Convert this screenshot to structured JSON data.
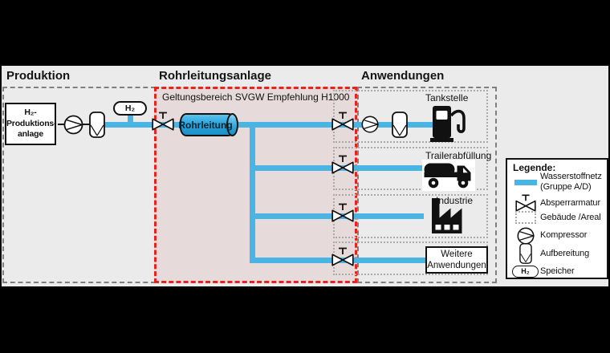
{
  "colors": {
    "pipe_blue": "#4ab5e4",
    "cylinder_blue": "#2aa5dd",
    "scope_red": "#e8231d",
    "scope_fill": "#e6dbda",
    "bg_gray": "#ebebeb",
    "dash_gray": "#7f7f7f",
    "dot_gray": "#aaaaaa"
  },
  "sections": {
    "production": {
      "title": "Produktion",
      "plant_lines": [
        "H₂-",
        "Produktions-",
        "anlage"
      ],
      "storage_label": "H₂"
    },
    "pipeline": {
      "title": "Rohrleitungsanlage",
      "scope_label": "Geltungsbereich SVGW Empfehlung H1000",
      "pipe_label": "Rohrleitung"
    },
    "applications": {
      "title": "Anwendungen",
      "rows": [
        {
          "label": "Tankstelle"
        },
        {
          "label": "Trailerabfüllung"
        },
        {
          "label": "Industrie"
        },
        {
          "lines": [
            "Weitere",
            "Anwendungen"
          ]
        }
      ]
    }
  },
  "legend": {
    "title": "Legende:",
    "items": [
      {
        "symbol": "pipe-swatch",
        "label": "Wasserstoffnetz",
        "label2": "(Gruppe A/D)"
      },
      {
        "symbol": "valve",
        "label": "Absperrarmatur"
      },
      {
        "symbol": "dotted-area",
        "label": "Gebäude /Areal"
      },
      {
        "symbol": "compressor",
        "label": "Kompressor"
      },
      {
        "symbol": "treatment",
        "label": "Aufbereitung"
      },
      {
        "symbol": "storage",
        "symbol_text": "H₂",
        "label": "Speicher"
      }
    ]
  }
}
